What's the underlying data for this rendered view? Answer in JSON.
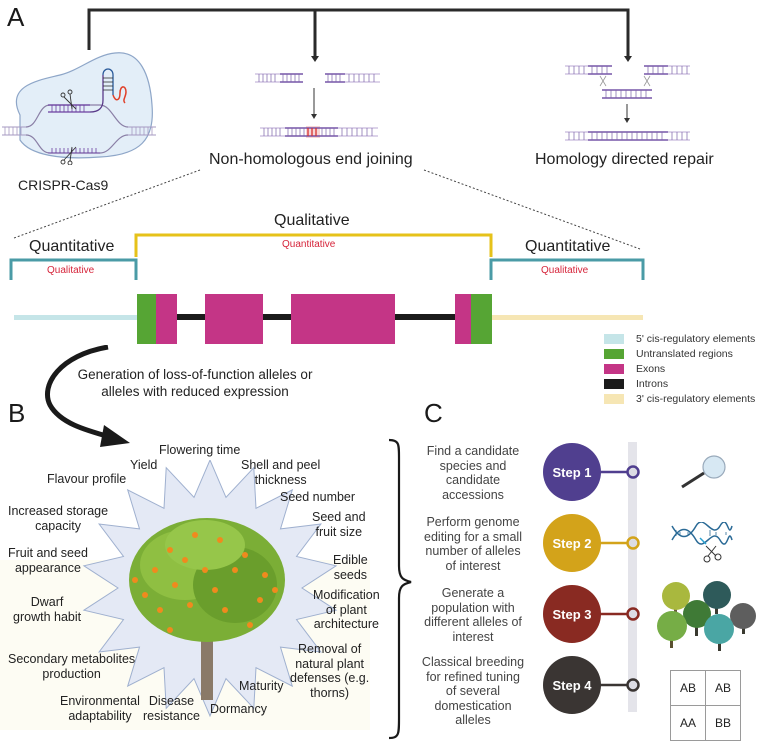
{
  "panels": {
    "a": {
      "letter": "A",
      "crispr_label": "CRISPR-Cas9",
      "nhej_label": "Non-homologous end joining",
      "hdr_label": "Homology directed repair",
      "gene_model": {
        "left_region": {
          "label": "Quantitative",
          "sublabel": "Qualitative",
          "bracket_color": "#4a9ba6"
        },
        "middle_region": {
          "label": "Qualitative",
          "sublabel": "Quantitative",
          "bracket_color": "#e6c21a"
        },
        "right_region": {
          "label": "Quantitative",
          "sublabel": "Qualitative",
          "bracket_color": "#4a9ba6"
        }
      },
      "legend": [
        {
          "label": "5' cis-regulatory elements",
          "color": "#c5e5e8"
        },
        {
          "label": "Untranslated regions",
          "color": "#56a534"
        },
        {
          "label": "Exons",
          "color": "#c43586"
        },
        {
          "label": "Introns",
          "color": "#1b1b1b"
        },
        {
          "label": "3' cis-regulatory elements",
          "color": "#f6e6b4"
        }
      ],
      "arrow_caption_line1": "Generation of loss-of-function alleles or",
      "arrow_caption_line2": "alleles with reduced expression"
    },
    "b": {
      "letter": "B",
      "traits": [
        {
          "id": "flowering-time",
          "lines": [
            "Flowering time"
          ]
        },
        {
          "id": "yield",
          "lines": [
            "Yield"
          ]
        },
        {
          "id": "flavour-profile",
          "lines": [
            "Flavour profile"
          ]
        },
        {
          "id": "shell-peel",
          "lines": [
            "Shell and peel",
            "thickness"
          ]
        },
        {
          "id": "seed-number",
          "lines": [
            "Seed number"
          ]
        },
        {
          "id": "storage",
          "lines": [
            "Increased storage",
            "capacity"
          ]
        },
        {
          "id": "seed-fruit-size",
          "lines": [
            "Seed and",
            "fruit size"
          ]
        },
        {
          "id": "fruit-seed-appearance",
          "lines": [
            "Fruit and seed",
            "appearance"
          ]
        },
        {
          "id": "edible-seeds",
          "lines": [
            "Edible",
            "seeds"
          ]
        },
        {
          "id": "plant-architecture",
          "lines": [
            "Modification",
            "of plant",
            "architecture"
          ]
        },
        {
          "id": "dwarf",
          "lines": [
            "Dwarf",
            "growth habit"
          ]
        },
        {
          "id": "secondary-metabolites",
          "lines": [
            "Secondary metabolites",
            "production"
          ]
        },
        {
          "id": "plant-defenses",
          "lines": [
            "Removal of",
            "natural plant",
            "defenses (e.g.",
            "thorns)"
          ]
        },
        {
          "id": "maturity",
          "lines": [
            "Maturity"
          ]
        },
        {
          "id": "environmental",
          "lines": [
            "Environmental",
            "adaptability"
          ]
        },
        {
          "id": "disease",
          "lines": [
            "Disease",
            "resistance"
          ]
        },
        {
          "id": "dormancy",
          "lines": [
            "Dormancy"
          ]
        }
      ]
    },
    "c": {
      "letter": "C",
      "steps": [
        {
          "label": "Step 1",
          "color": "#503f8f",
          "text": [
            "Find a candidate",
            "species and",
            "candidate",
            "accessions"
          ],
          "icon": "magnifier-icon"
        },
        {
          "label": "Step 2",
          "color": "#d3a31a",
          "text": [
            "Perform genome",
            "editing for a small",
            "number of alleles",
            "of interest"
          ],
          "icon": "dna-scissors-icon"
        },
        {
          "label": "Step 3",
          "color": "#892a22",
          "text": [
            "Generate a",
            "population with",
            "different alleles of",
            "interest"
          ],
          "icon": "trees-population-icon"
        },
        {
          "label": "Step 4",
          "color": "#3a3533",
          "text": [
            "Classical breeding",
            "for refined tuning",
            "of several",
            "domestication",
            "alleles"
          ],
          "icon": "punnett-square-icon"
        }
      ],
      "punnett": [
        [
          "AB",
          "AB"
        ],
        [
          "AA",
          "BB"
        ]
      ]
    }
  }
}
